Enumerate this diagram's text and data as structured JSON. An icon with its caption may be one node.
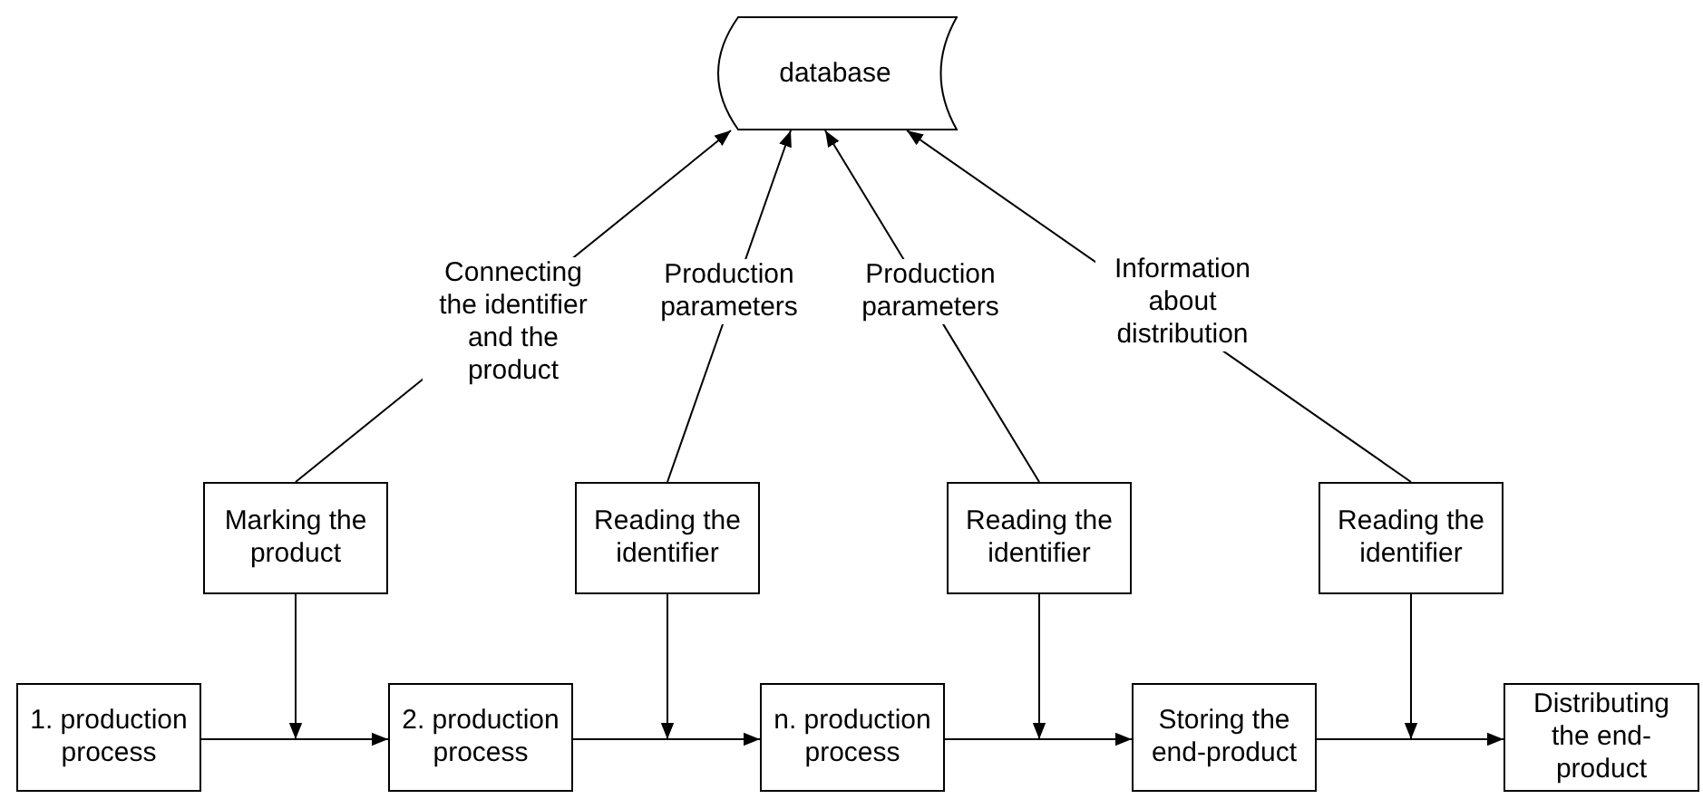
{
  "diagram": {
    "nodes": [
      {
        "text": [
          "database"
        ]
      },
      {
        "text": [
          "Marking the product"
        ]
      },
      {
        "text": [
          "Reading the identifier"
        ]
      },
      {
        "text": [
          "Reading the identifier"
        ]
      },
      {
        "text": [
          "Reading the identifier"
        ]
      },
      {
        "text": [
          "1. production process"
        ]
      },
      {
        "text": [
          "2. production process"
        ]
      },
      {
        "text": [
          "n. production process"
        ]
      },
      {
        "text": [
          "Storing the end-product"
        ]
      },
      {
        "text": [
          "Distributing the end-product"
        ]
      }
    ],
    "edges": [
      {
        "from": 1,
        "to": 0,
        "arrow": "to",
        "label": "Connecting the identifier and the product"
      },
      {
        "from": 2,
        "to": 0,
        "arrow": "to",
        "label": "Production parameters"
      },
      {
        "from": 3,
        "to": 0,
        "arrow": "to",
        "label": "Production parameters"
      },
      {
        "from": 4,
        "to": 0,
        "arrow": "to",
        "label": "Information about distribution"
      },
      {
        "from": 5,
        "to": 6,
        "arrow": "to"
      },
      {
        "from": 6,
        "to": 7,
        "arrow": "to"
      },
      {
        "from": 7,
        "to": 8,
        "arrow": "to"
      },
      {
        "from": 8,
        "to": 9,
        "arrow": "to"
      },
      {
        "from": 1,
        "to": null,
        "arrow": "to"
      },
      {
        "from": 2,
        "to": null,
        "arrow": "to"
      },
      {
        "from": 3,
        "to": null,
        "arrow": "to"
      },
      {
        "from": 4,
        "to": null,
        "arrow": "to"
      }
    ]
  }
}
